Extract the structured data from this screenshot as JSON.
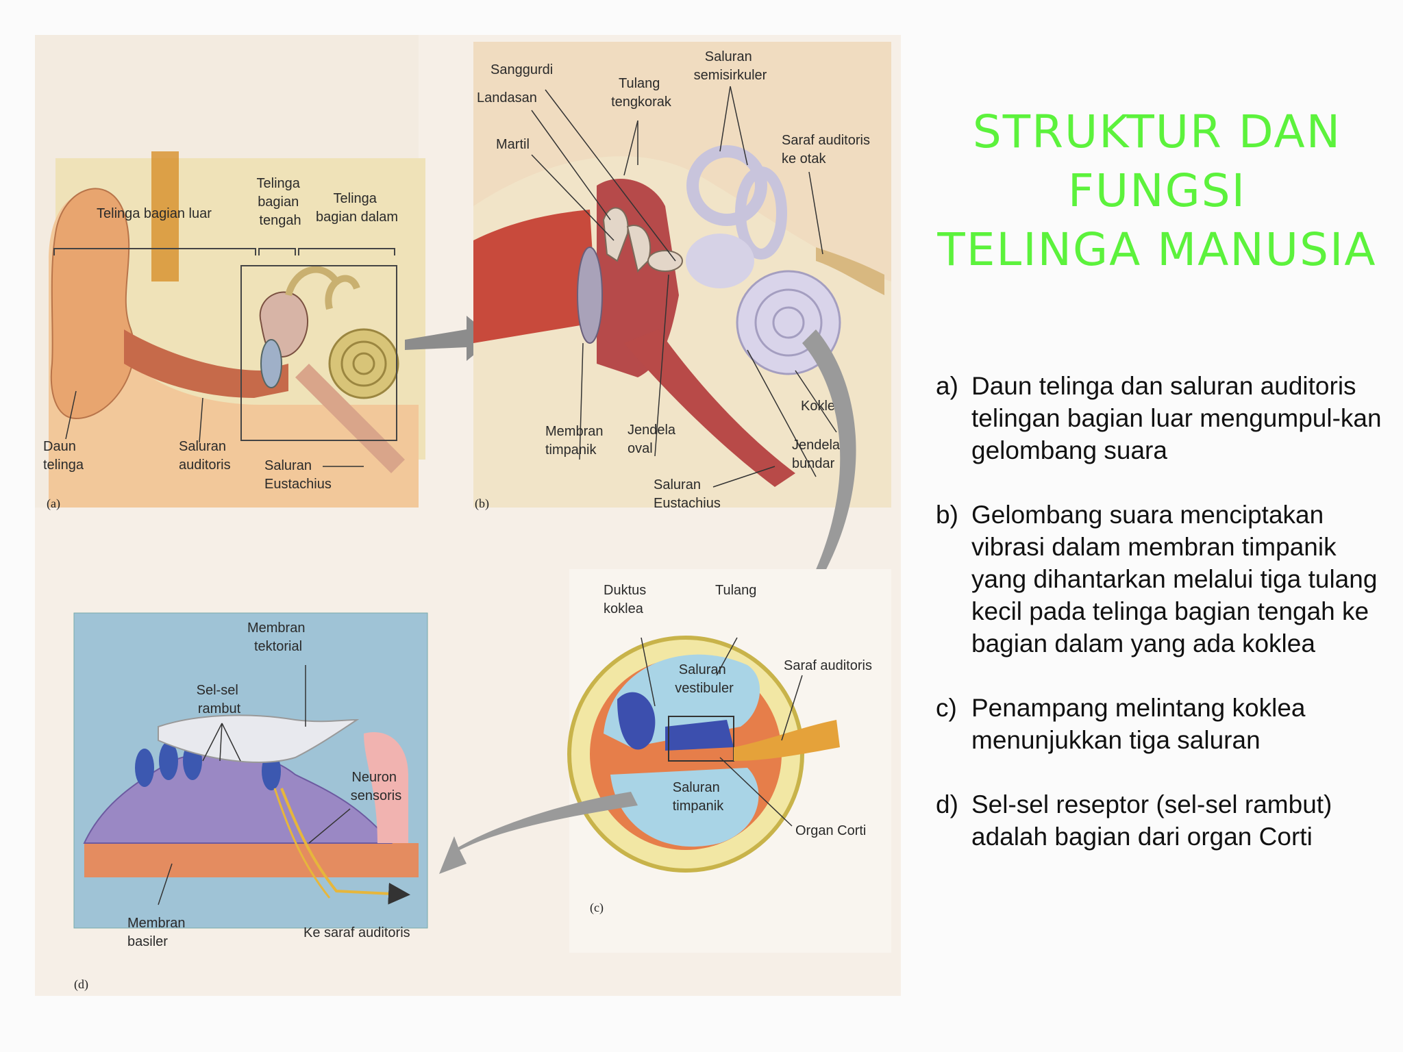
{
  "title": {
    "line1": "STRUKTUR DAN",
    "line2": "FUNGSI",
    "line3": "TELINGA  MANUSIA",
    "color": "#5cf23c"
  },
  "descriptions": [
    {
      "marker": "a)",
      "text": "Daun telinga dan saluran auditoris telingan bagian luar mengumpul-kan gelombang suara"
    },
    {
      "marker": "b)",
      "text": "Gelombang suara menciptakan vibrasi dalam membran timpanik yang dihantarkan melalui tiga tulang kecil pada telinga bagian tengah ke bagian dalam yang ada koklea"
    },
    {
      "marker": "c)",
      "text": "Penampang melintang koklea menunjukkan tiga saluran"
    },
    {
      "marker": "d)",
      "text": "Sel-sel reseptor (sel-sel rambut) adalah bagian dari organ Corti"
    }
  ],
  "figure": {
    "panel_a": {
      "tag": "(a)",
      "outer_ear": "Telinga bagian luar",
      "middle_ear": [
        "Telinga",
        "bagian",
        "tengah"
      ],
      "inner_ear": [
        "Telinga",
        "bagian dalam"
      ],
      "pinna": [
        "Daun",
        "telinga"
      ],
      "auditory_canal": [
        "Saluran",
        "auditoris"
      ],
      "eustachian": [
        "Saluran",
        "Eustachius"
      ]
    },
    "panel_b": {
      "tag": "(b)",
      "stapes": "Sanggurdi",
      "incus": "Landasan",
      "malleus": "Martil",
      "skull": [
        "Tulang",
        "tengkorak"
      ],
      "semicircular": [
        "Saluran",
        "semisirkuler"
      ],
      "auditory_nerve": [
        "Saraf auditoris",
        "ke otak"
      ],
      "cochlea": "Koklea",
      "tympanic": [
        "Membran",
        "timpanik"
      ],
      "oval_window": [
        "Jendela",
        "oval"
      ],
      "round_window": [
        "Jendela",
        "bundar"
      ],
      "eustachian": [
        "Saluran",
        "Eustachius"
      ]
    },
    "panel_c": {
      "tag": "(c)",
      "cochlear_duct": [
        "Duktus",
        "koklea"
      ],
      "bone": "Tulang",
      "vestibular": [
        "Saluran",
        "vestibuler"
      ],
      "auditory_nerve": "Saraf auditoris",
      "tympanic_canal": [
        "Saluran",
        "timpanik"
      ],
      "organ_corti": "Organ Corti"
    },
    "panel_d": {
      "tag": "(d)",
      "tectorial": [
        "Membran",
        "tektorial"
      ],
      "hair_cells": [
        "Sel-sel",
        "rambut"
      ],
      "neuron": [
        "Neuron",
        "sensoris"
      ],
      "basilar": [
        "Membran",
        "basiler"
      ],
      "to_nerve": "Ke saraf auditoris"
    }
  }
}
